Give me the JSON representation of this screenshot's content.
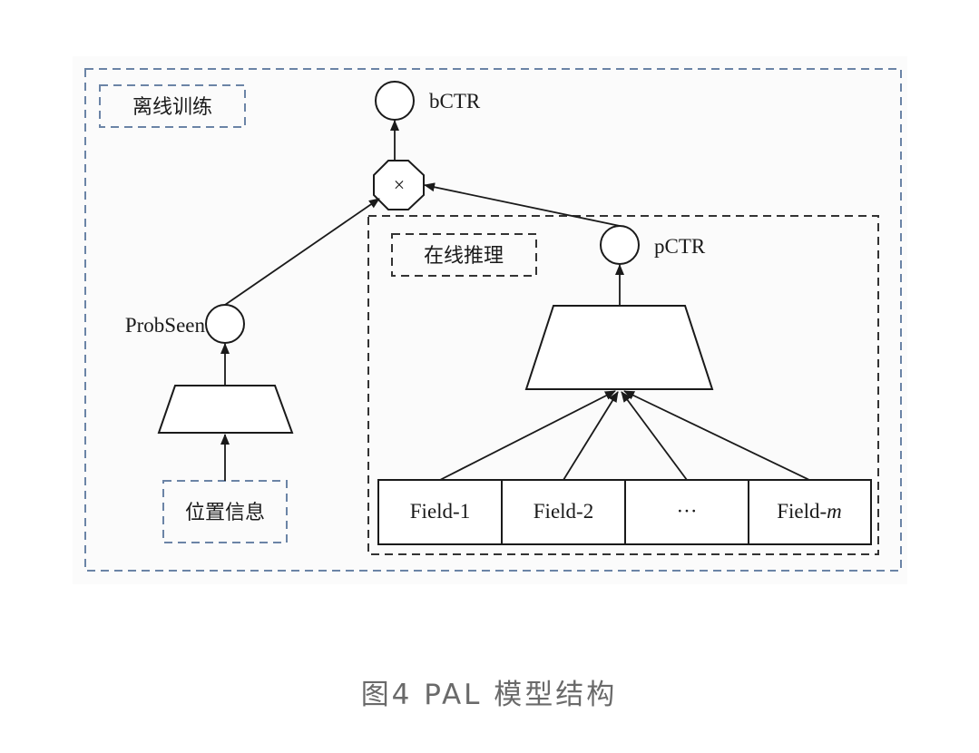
{
  "diagram": {
    "offline_training_label": "离线训练",
    "online_inference_label": "在线推理",
    "bctr_label": "bCTR",
    "multiply_symbol": "×",
    "pctr_label": "pCTR",
    "probseen_label": "ProbSeen",
    "position_info_label": "位置信息",
    "fields": [
      {
        "prefix": "Field-1",
        "suffix": ""
      },
      {
        "prefix": "Field-2",
        "suffix": ""
      },
      {
        "prefix": "···",
        "suffix": ""
      },
      {
        "prefix": "Field-",
        "suffix": "m"
      }
    ]
  },
  "caption": "图4 PAL 模型结构"
}
